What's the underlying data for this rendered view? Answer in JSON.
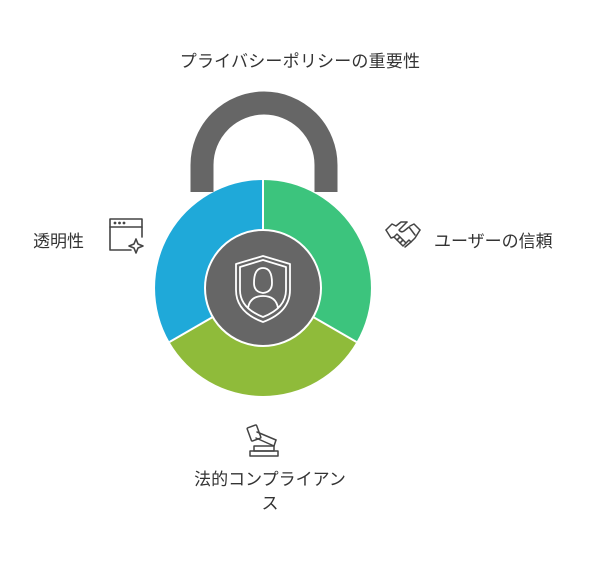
{
  "title": "プライバシーポリシーの重要性",
  "segments": {
    "transparency": {
      "label": "透明性",
      "color": "#1fa9d9",
      "icon": "browser-sparkle-icon"
    },
    "user_trust": {
      "label": "ユーザーの信頼",
      "color": "#3cc47d",
      "icon": "handshake-icon"
    },
    "legal_compliance": {
      "label": "法的コンプライアンス",
      "color": "#8fbb3a",
      "icon": "gavel-icon"
    }
  },
  "lock": {
    "shackle_color": "#666666",
    "center_color": "#666666",
    "center_icon": "user-shield-icon"
  }
}
